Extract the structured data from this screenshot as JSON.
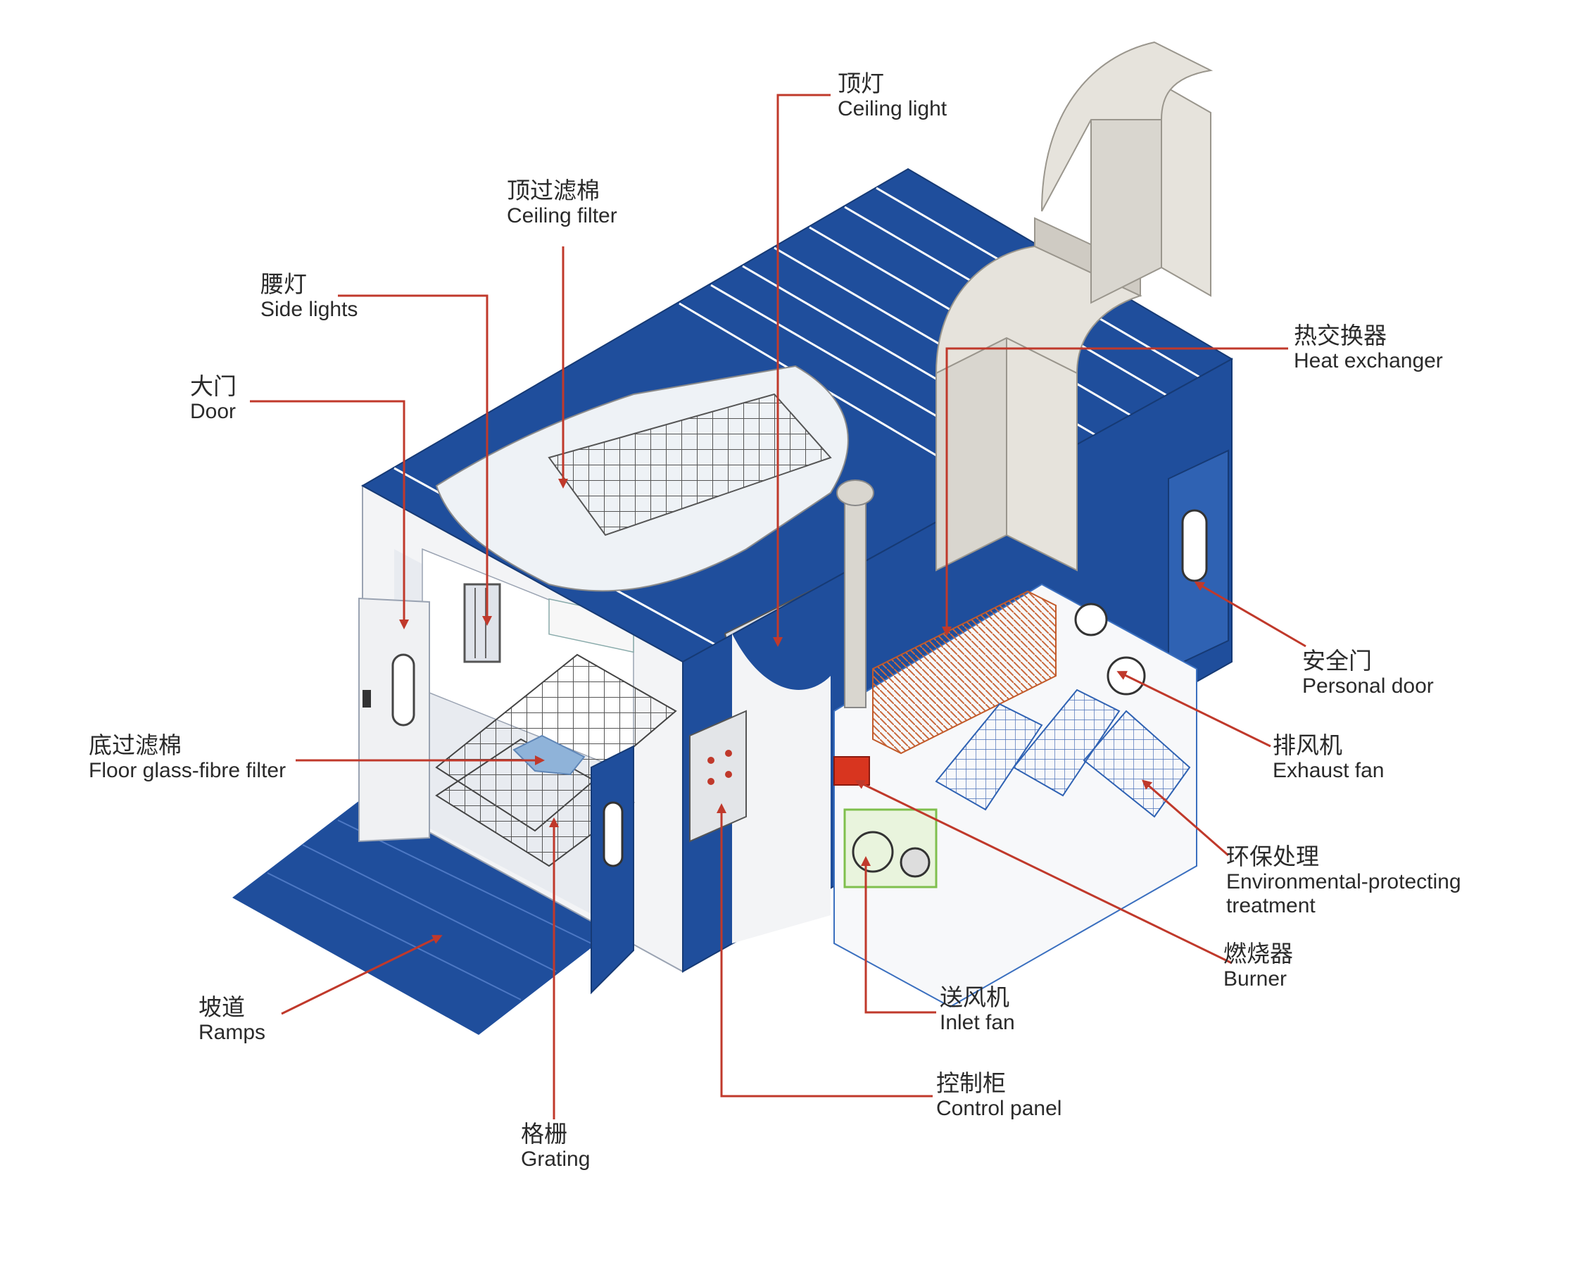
{
  "colors": {
    "panel_blue": "#1f4e9c",
    "panel_blue_light": "#2f62b3",
    "body_white": "#f3f4f6",
    "duct_grey": "#d9d6cf",
    "leader_red": "#c0392b",
    "text": "#2a2a2a",
    "equipment_green": "#7fbf4d",
    "heat_exchanger": "#e07a4a",
    "burner_red": "#d8351f"
  },
  "labels": {
    "ceiling_light": {
      "zh": "顶灯",
      "en": "Ceiling light"
    },
    "ceiling_filter": {
      "zh": "顶过滤棉",
      "en": "Ceiling filter"
    },
    "side_lights": {
      "zh": "腰灯",
      "en": "Side lights"
    },
    "door": {
      "zh": "大门",
      "en": "Door"
    },
    "floor_filter": {
      "zh": "底过滤棉",
      "en": "Floor glass-fibre filter"
    },
    "ramps": {
      "zh": "坡道",
      "en": "Ramps"
    },
    "grating": {
      "zh": "格栅",
      "en": "Grating"
    },
    "control_panel": {
      "zh": "控制柜",
      "en": "Control panel"
    },
    "inlet_fan": {
      "zh": "送风机",
      "en": "Inlet fan"
    },
    "burner": {
      "zh": "燃烧器",
      "en": "Burner"
    },
    "env_treatment": {
      "zh": "环保处理",
      "en_line1": "Environmental-protecting",
      "en_line2": "treatment"
    },
    "exhaust_fan": {
      "zh": "排风机",
      "en": "Exhaust fan"
    },
    "personal_door": {
      "zh": "安全门",
      "en": "Personal door"
    },
    "heat_exchanger": {
      "zh": "热交换器",
      "en": "Heat exchanger"
    }
  }
}
